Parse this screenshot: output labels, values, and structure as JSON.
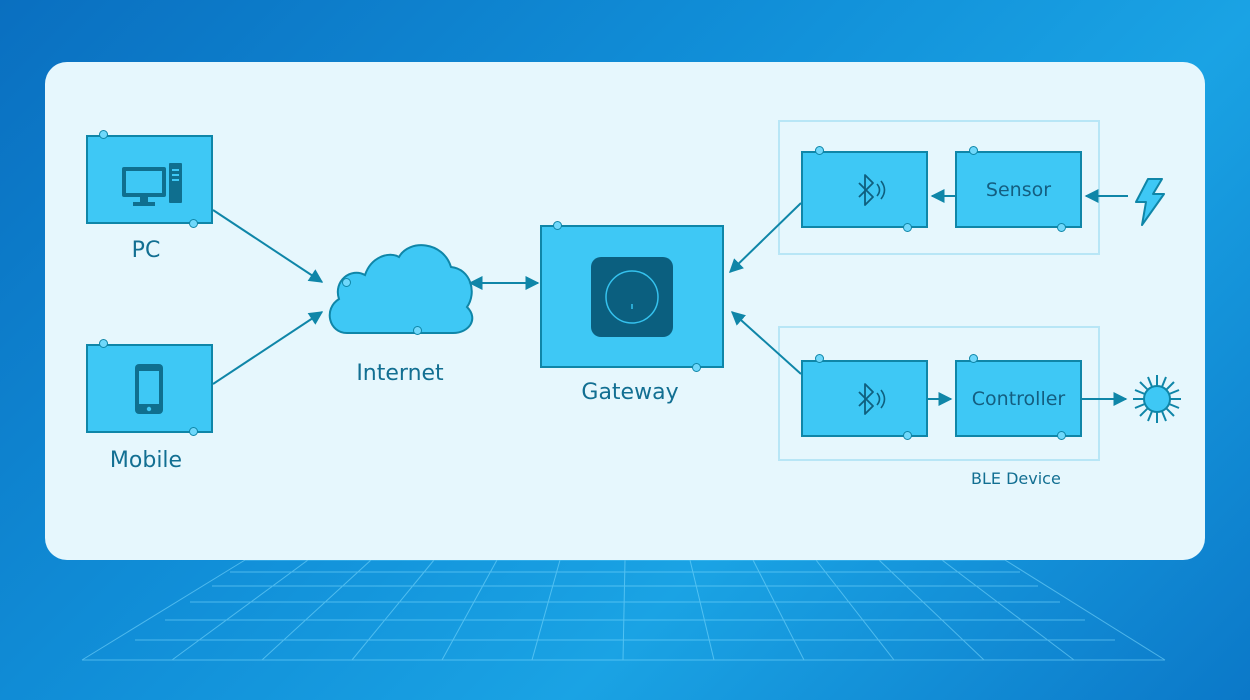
{
  "nodes": {
    "pc": {
      "label": "PC"
    },
    "mobile": {
      "label": "Mobile"
    },
    "internet": {
      "label": "Internet"
    },
    "gateway": {
      "label": "Gateway"
    },
    "sensor": {
      "label": "Sensor"
    },
    "controller": {
      "label": "Controller"
    }
  },
  "group": {
    "label": "BLE Device"
  },
  "icons": {
    "pc": "desktop-computer-icon",
    "mobile": "smartphone-icon",
    "internet": "cloud-icon",
    "gateway": "gateway-device-icon",
    "ble": "bluetooth-icon",
    "energy": "lightning-bolt-icon",
    "light": "sun-icon"
  },
  "colors": {
    "node_fill": "#3ec8f5",
    "node_border": "#0f86a8",
    "panel": "#e6f7fd",
    "text": "#126f92",
    "gateway_inner": "#0b5f7f"
  }
}
